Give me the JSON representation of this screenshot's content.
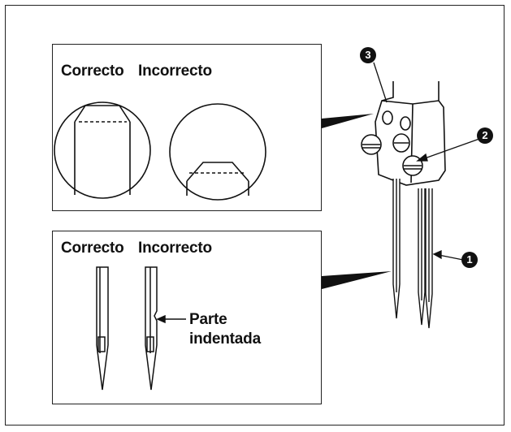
{
  "top_panel": {
    "heading_correct": "Correcto",
    "heading_incorrect": "Incorrecto"
  },
  "bottom_panel": {
    "heading_correct": "Correcto",
    "heading_incorrect": "Incorrecto",
    "callout_line1": "Parte",
    "callout_line2": "indentada"
  },
  "markers": {
    "one": "1",
    "two": "2",
    "three": "3"
  }
}
